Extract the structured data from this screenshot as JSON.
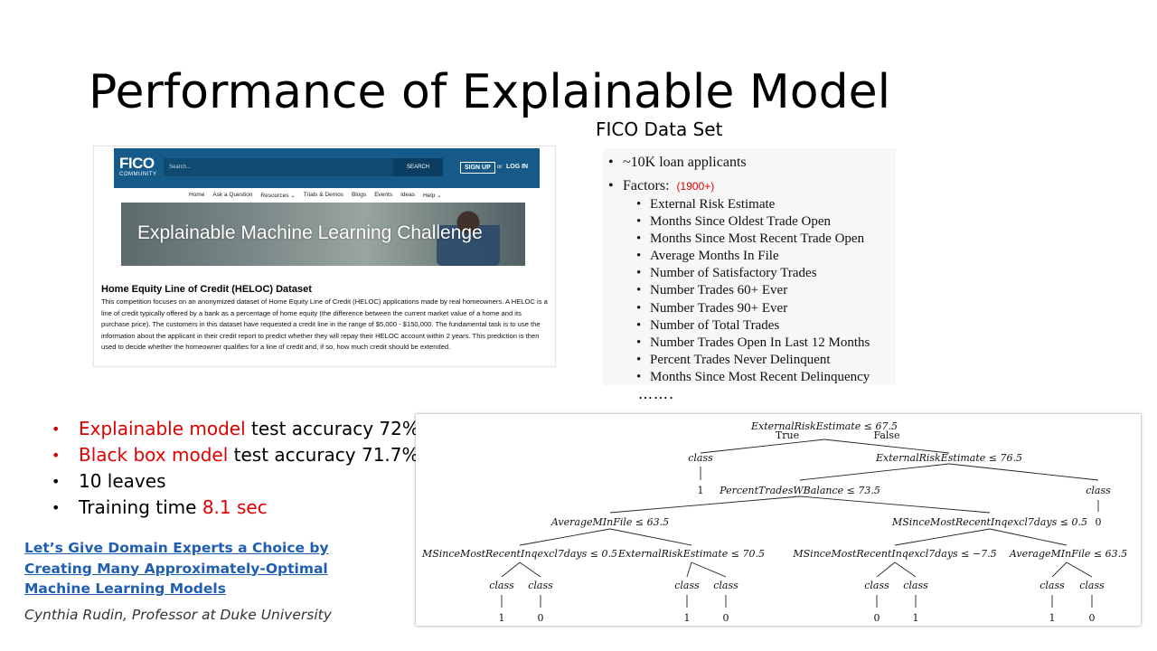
{
  "title": "Performance of Explainable Model",
  "dataset_label": "FICO Data Set",
  "fico": {
    "logo": "FICO",
    "logo_sub": "COMMUNITY",
    "search_placeholder": "Search...",
    "search_button": "SEARCH",
    "signup": "SIGN UP",
    "or": "or",
    "login": "LOG IN",
    "nav": [
      "Home",
      "Ask a Question",
      "Resources ⌄",
      "Trials & Demos",
      "Blogs",
      "Events",
      "Ideas",
      "Help ⌄"
    ],
    "banner": "Explainable Machine Learning Challenge",
    "heading": "Home Equity Line of Credit (HELOC) Dataset",
    "paragraph": "This competition focuses on an anonymized dataset of Home Equity Line of Credit (HELOC) applications made by real homeowners. A HELOC is a line of credit typically offered by a bank as a percentage of home equity (the difference between the current market value of a home and its purchase price). The customers in this dataset have requested a credit line in the range of $5,000 - $150,000. The fundamental task is to use the information about the applicant in their credit report to predict whether they will repay their HELOC account within 2 years. This prediction is then used to decide whether the homeowner qualifies for a line of credit and, if so, how much credit should be extended."
  },
  "factors": {
    "applicants": "~10K loan applicants",
    "factors_label": "Factors:",
    "factors_count": "(1900+)",
    "items": [
      "External Risk Estimate",
      "Months Since Oldest Trade Open",
      "Months Since Most Recent Trade Open",
      "Average Months In File",
      "Number of Satisfactory Trades",
      "Number Trades 60+ Ever",
      "Number Trades 90+ Ever",
      "Number of Total Trades",
      "Number Trades Open In Last 12 Months",
      "Percent Trades Never Delinquent",
      "Months Since Most Recent Delinquency"
    ],
    "ellipsis": "……."
  },
  "bullets": [
    {
      "red": "Explainable model",
      "rest": " test accuracy 72%,",
      "bullet_color": "#d00000"
    },
    {
      "red": "Black box model",
      "rest": " test accuracy 71.7%",
      "bullet_color": "#d00000"
    },
    {
      "red": "",
      "rest": "10 leaves",
      "bullet_color": "#000000"
    },
    {
      "pre": "Training time ",
      "red": "8.1 sec",
      "bullet_color": "#000000"
    }
  ],
  "link": "Let’s Give Domain Experts a Choice by Creating Many Approximately-Optimal Machine Learning Models",
  "citation": "Cynthia Rudin, Professor at Duke University",
  "tree": {
    "root": "ExternalRiskEstimate ≤ 67.5",
    "true_label": "True",
    "false_label": "False",
    "n_left": "class",
    "n_left_val": "1",
    "n_right": "ExternalRiskEstimate ≤ 76.5",
    "n_rl": "PercentTradesWBalance ≤ 73.5",
    "n_rr": "class",
    "n_rr_val": "0",
    "n_a": "AverageMInFile ≤ 63.5",
    "n_b": "MSinceMostRecentInqexcl7days ≤ 0.5",
    "n_a1": "MSinceMostRecentInqexcl7days ≤ 0.5",
    "n_a2": "ExternalRiskEstimate ≤ 70.5",
    "n_b1": "MSinceMostRecentInqexcl7days ≤ −7.5",
    "n_b2": "AverageMInFile ≤ 63.5",
    "leaf_label": "class",
    "leaves": [
      "1",
      "0",
      "1",
      "0",
      "0",
      "1",
      "1",
      "0"
    ]
  }
}
